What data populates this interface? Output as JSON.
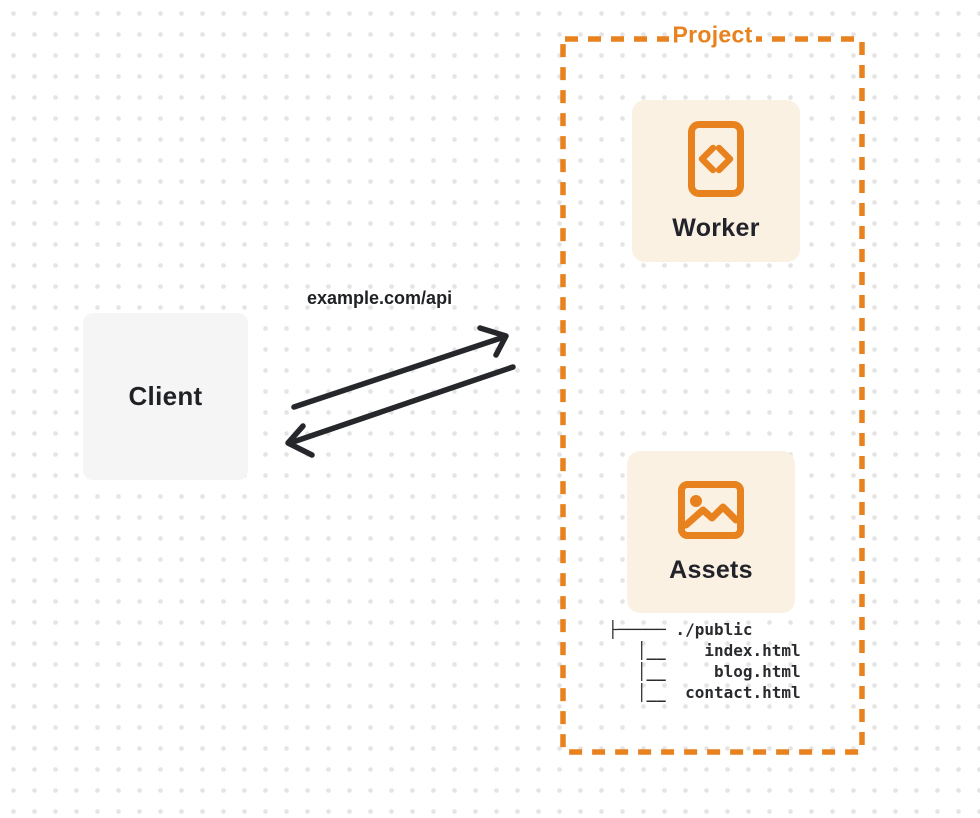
{
  "client": {
    "label": "Client"
  },
  "request": {
    "label": "example.com/api"
  },
  "project": {
    "label": "Project",
    "worker": {
      "label": "Worker",
      "icon": "code-document-icon"
    },
    "assets": {
      "label": "Assets",
      "icon": "image-icon"
    },
    "file_tree": {
      "lines": [
        "├───── ./public",
        "   │__    index.html",
        "   │__     blog.html",
        "   │__  contact.html"
      ]
    }
  },
  "colors": {
    "accent_orange": "#e8821e",
    "card_cream": "#fbf1e3",
    "client_gray": "#f5f5f6",
    "ink": "#1f2125",
    "arrow": "#26272b",
    "background_dot": "#e4e4e4"
  }
}
